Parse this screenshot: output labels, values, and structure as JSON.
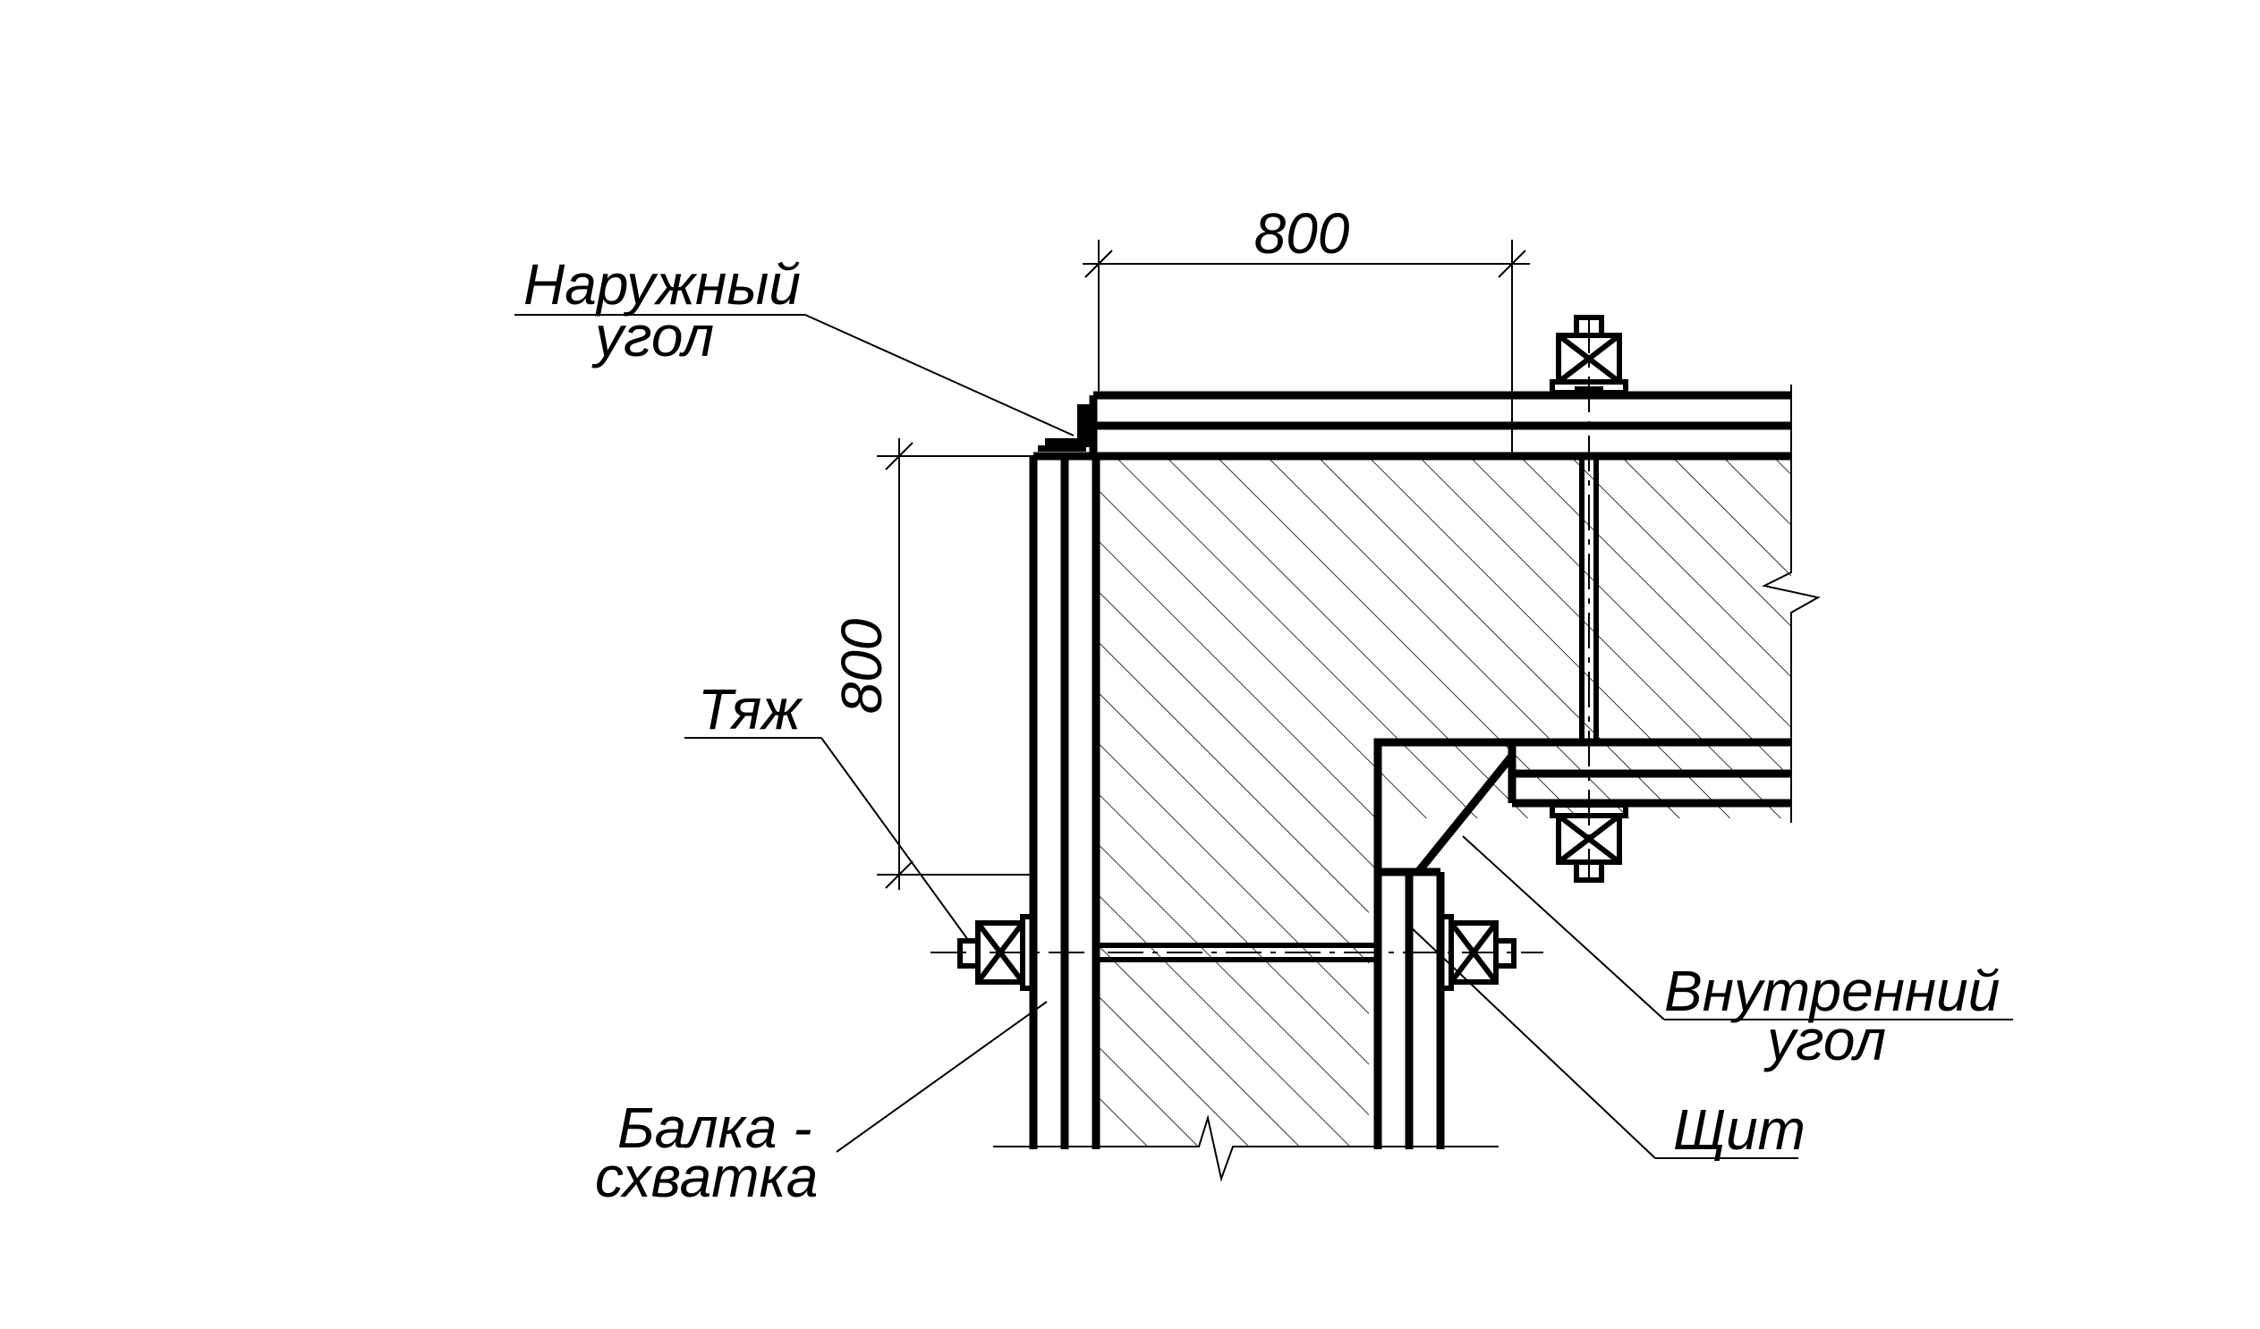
{
  "labels": {
    "outer_corner_line1": "Наружный",
    "outer_corner_line2": "угол",
    "tie_rod": "Тяж",
    "beam_line1": "Балка -",
    "beam_line2": "схватка",
    "inner_corner_line1": "Внутренний",
    "inner_corner_line2": "угол",
    "panel": "Щит"
  },
  "dimensions": {
    "horizontal": "800",
    "vertical": "800"
  },
  "colors": {
    "ink": "#000000",
    "background": "#ffffff"
  }
}
